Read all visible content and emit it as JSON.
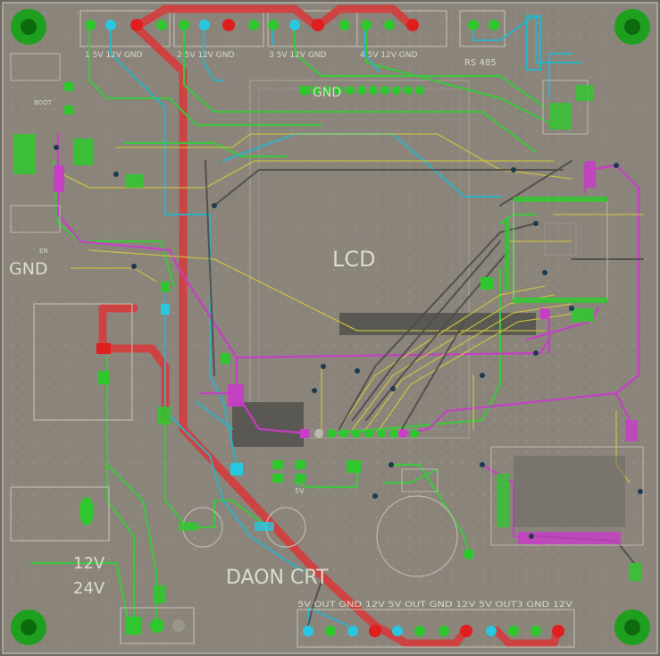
{
  "board": {
    "background": "#8a847b",
    "colors": {
      "red_trace": "#d43c3c",
      "green_trace": "#3cc83c",
      "cyan_trace": "#2ab4c8",
      "magenta_trace": "#c83cc8",
      "yellow_trace": "#d2c83c",
      "silkscreen": "#d8d8c8",
      "pad_green": "#2ec82e",
      "pad_red": "#e01e1e",
      "pad_cyan": "#28c8e0"
    }
  },
  "labels": {
    "lcd": "LCD",
    "gnd_left": "GND",
    "voltage_top": "12V",
    "voltage_bottom": "24V",
    "brand": "DAON CRT",
    "gnd_header": "GND",
    "boot": "BOOT",
    "en": "EN",
    "cap_5v": "5V",
    "rs485": "RS 485",
    "top_connectors": [
      "1 5V 12V GND",
      "2 5V 12V GND",
      "3 5V 12V GND",
      "4 5V 12V GND"
    ],
    "bottom_connector": "5V OUT GND 12V 5V OUT GND 12V 5V OUT3 GND 12V"
  }
}
